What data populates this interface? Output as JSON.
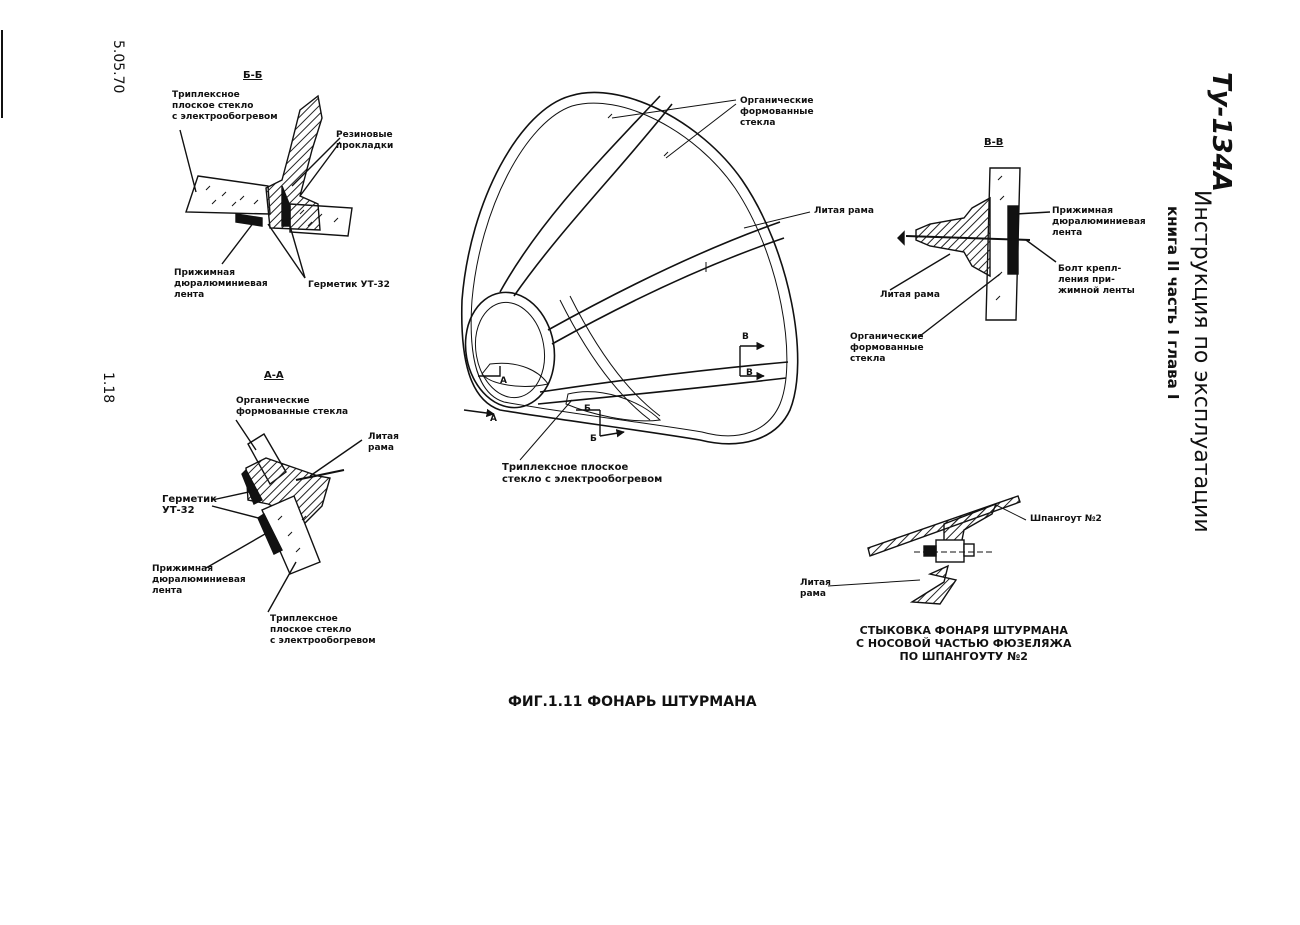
{
  "margin": {
    "date": "5.05.70",
    "page": "1.18"
  },
  "header": {
    "aircraft": "Ту-134А",
    "title": "Инструкция по эксплуатации",
    "subtitle": "книга II часть I глава I"
  },
  "section_bb": {
    "heading": "Б-Б",
    "triplex_glass": "Триплексное\nплоское стекло\nс электрообогревом",
    "rubber_gaskets": "Резиновые\nпрокладки",
    "clamp_tape": "Прижимная\nдюралюминиевая\nлента",
    "sealant": "Герметик УТ-32"
  },
  "section_aa": {
    "heading": "А-А",
    "organic_glass": "Органические\nформованные стекла",
    "cast_frame": "Литая\nрама",
    "sealant": "Герметик\nУТ-32",
    "clamp_tape": "Прижимная\nдюралюминиевая\nлента",
    "triplex_glass": "Триплексное\nплоское стекло\nс электрообогревом"
  },
  "main_view": {
    "organic_glass": "Органические\nформованные\nстекла",
    "cast_frame": "Литая рама",
    "triplex_glass": "Триплексное плоское\nстекло с электрообогревом",
    "cut_a": "А",
    "cut_b": "Б",
    "cut_v": "В"
  },
  "section_vv": {
    "heading": "В-В",
    "clamp_tape": "Прижимная\nдюралюминиевая\nлента",
    "bolt": "Болт крепл-\nления при-\nжимной ленты",
    "cast_frame": "Литая рама",
    "organic_glass": "Органические\nформованные\nстекла"
  },
  "joint_view": {
    "frame_no2": "Шпангоут №2",
    "cast_frame": "Литая\nрама",
    "caption": "СТЫКОВКА ФОНАРЯ ШТУРМАНА\nС НОСОВОЙ ЧАСТЬЮ ФЮЗЕЛЯЖА\nПО ШПАНГОУТУ №2"
  },
  "figure_caption": "ФИГ.1.11 ФОНАРЬ ШТУРМАНА"
}
